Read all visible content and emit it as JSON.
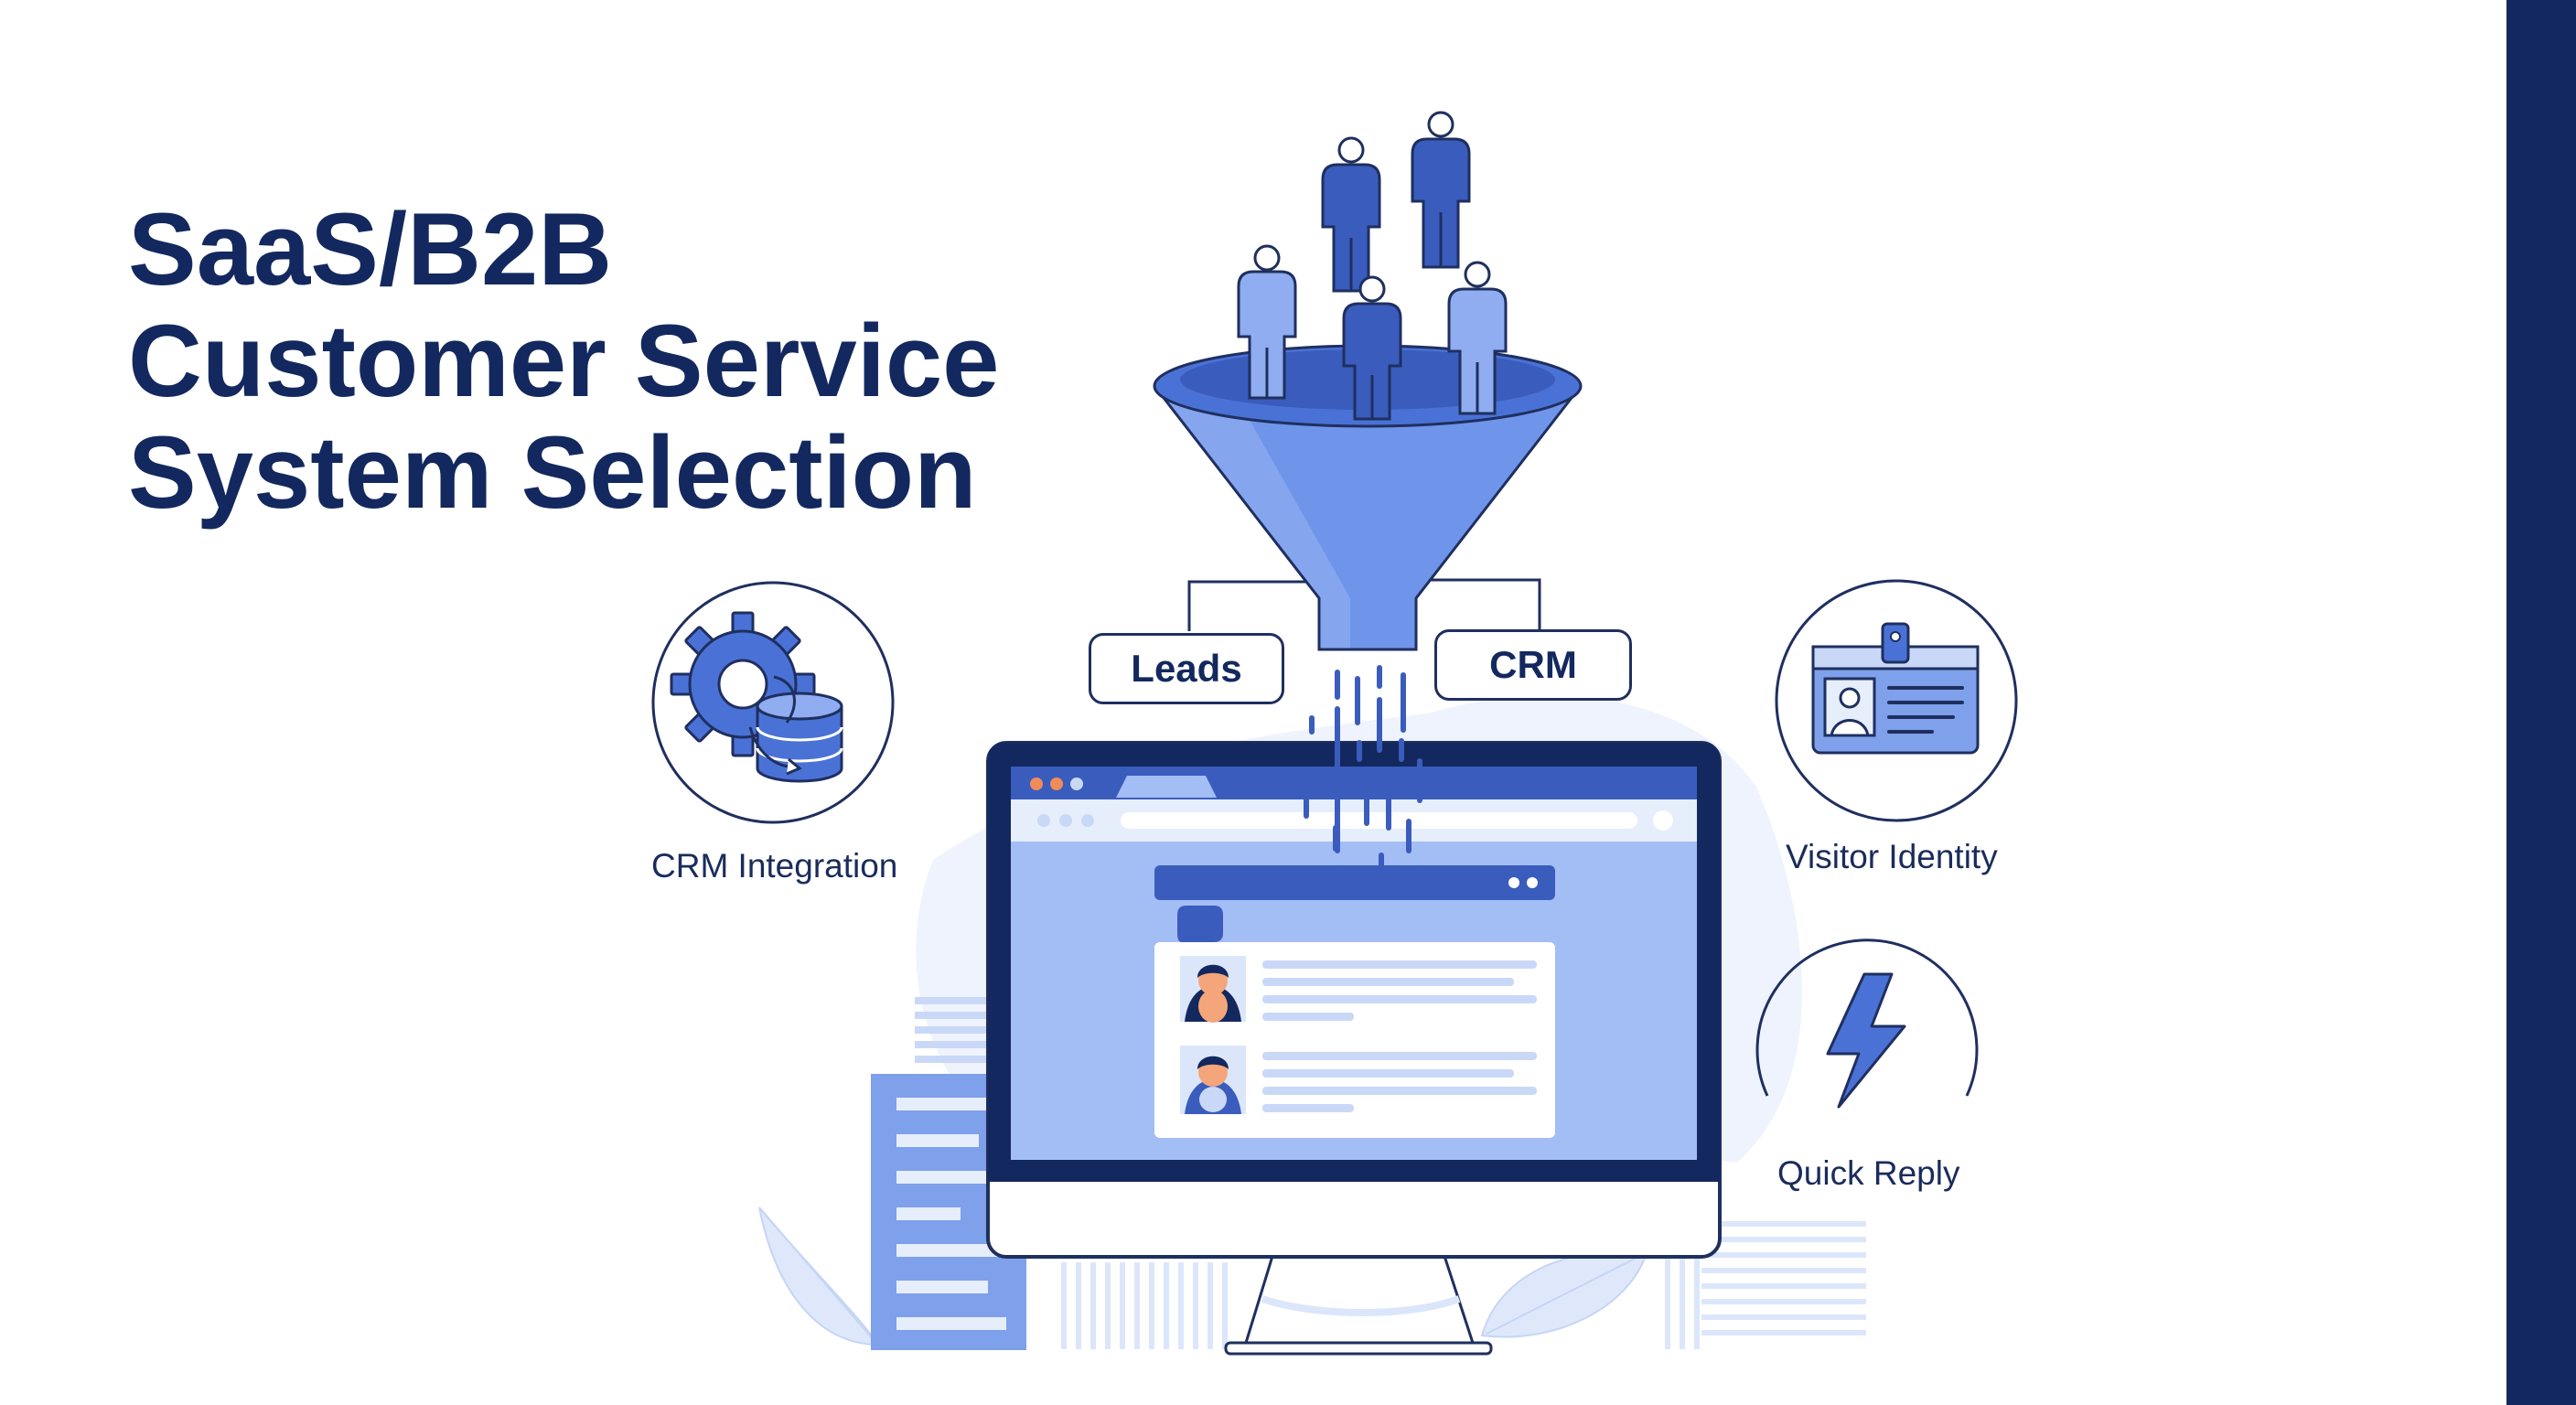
{
  "title": {
    "line1": "SaaS/B2B",
    "line2": "Customer Service",
    "line3": "System Selection"
  },
  "funnel_tags": {
    "leads": "Leads",
    "crm": "CRM"
  },
  "features": [
    {
      "label": "CRM Integration",
      "icon": "gear-database-icon"
    },
    {
      "label": "Visitor Identity",
      "icon": "id-card-icon"
    },
    {
      "label": "Quick Reply",
      "icon": "lightning-bolt-icon"
    }
  ],
  "colors": {
    "navy": "#13285e",
    "accent_blue": "#4a72d6",
    "light_blue": "#a3bdf5",
    "pale_blue": "#e6eefc"
  }
}
